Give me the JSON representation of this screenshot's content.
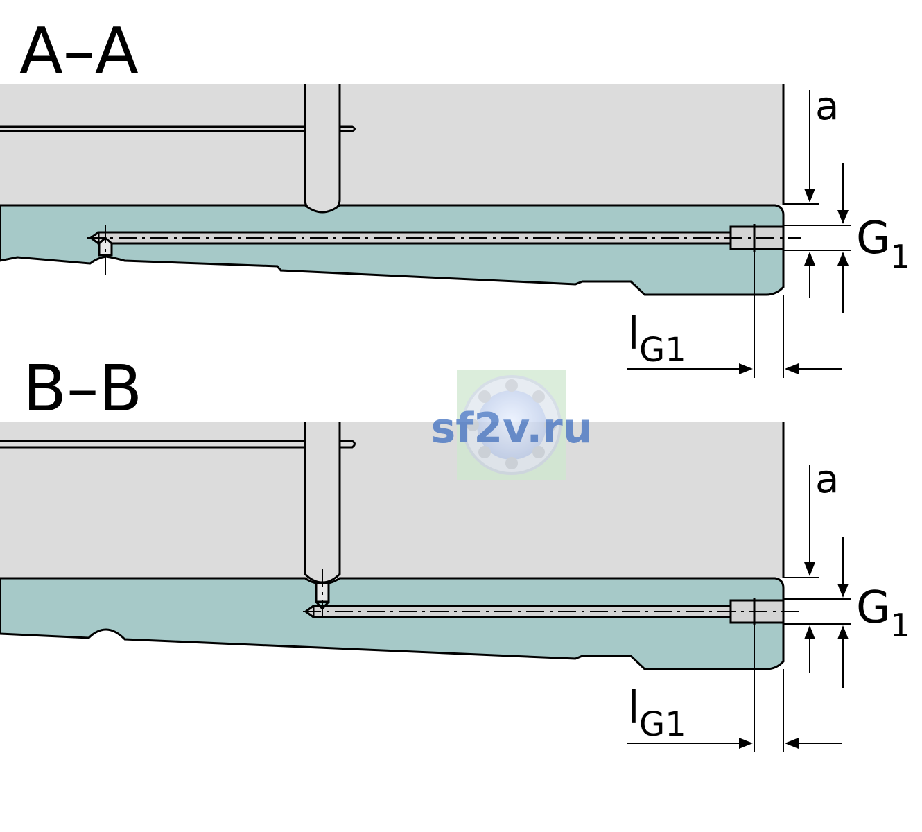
{
  "sections": [
    {
      "id": "aa",
      "title": "A–A",
      "dim_a": "a",
      "dim_g_main": "G",
      "dim_g_sub": "1",
      "dim_l_main": "l",
      "dim_l_sub": "G1"
    },
    {
      "id": "bb",
      "title": "B–B",
      "dim_a": "a",
      "dim_g_main": "G",
      "dim_g_sub": "1",
      "dim_l_main": "l",
      "dim_l_sub": "G1"
    }
  ],
  "watermark": {
    "text": "sf2v.ru"
  },
  "colors": {
    "housing": "#dcdcdc",
    "rail": "#a6c9c8",
    "line": "#000000",
    "watermark_text": "#3f6fc0"
  }
}
